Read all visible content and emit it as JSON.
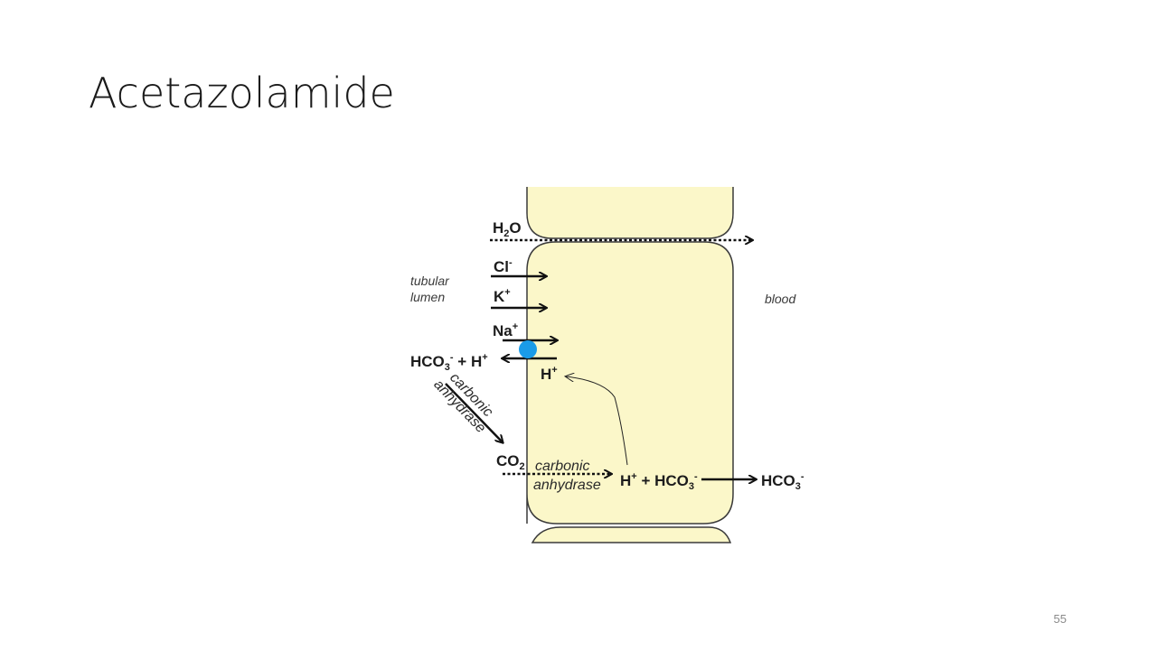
{
  "slide": {
    "title": "Acetazolamide",
    "page_number": "55"
  },
  "diagram": {
    "water": "H",
    "water_sub": "2",
    "water_tail": "O",
    "chloride": "Cl",
    "chloride_sup": "-",
    "potassium": "K",
    "potassium_sup": "+",
    "sodium": "Na",
    "sodium_sup": "+",
    "lumen_bicarb": "HCO",
    "lumen_bicarb_sub": "3",
    "lumen_bicarb_sup": "-",
    "lumen_plus_h": " + H",
    "lumen_plus_h_sup": "+",
    "cell_h": "H",
    "cell_h_sup": "+",
    "co2": "CO",
    "co2_sub": "2",
    "lumen_enzyme_1": "carbonic",
    "lumen_enzyme_2": "anhydrase",
    "cell_enzyme_1": "carbonic",
    "cell_enzyme_2": "anhydrase",
    "cell_products": "H",
    "cell_products_sup": "+",
    "cell_products_mid": " + HCO",
    "cell_products_sub": "3",
    "cell_products_sup2": "-",
    "blood_bicarb": "HCO",
    "blood_bicarb_sub": "3",
    "blood_bicarb_sup": "-",
    "lumen_label_1": "tubular",
    "lumen_label_2": "lumen",
    "blood_label": "blood",
    "colors": {
      "cell_fill": "#fbf7c9",
      "cell_stroke": "#3a3a3a",
      "arrow": "#111111",
      "transporter_dot": "#1a9be8"
    }
  }
}
